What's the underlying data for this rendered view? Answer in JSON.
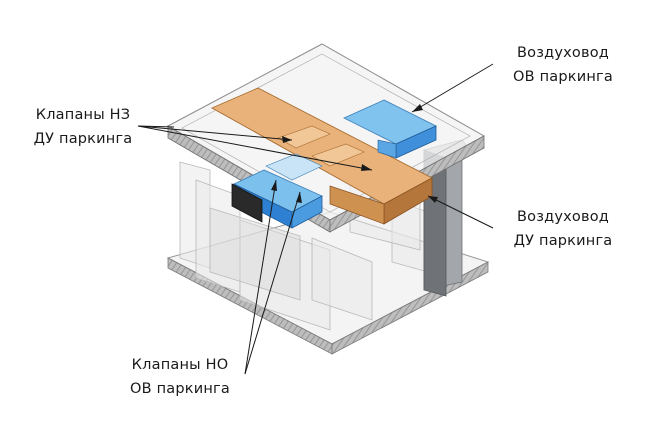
{
  "callouts": {
    "valves_nz": {
      "line1": "Клапаны НЗ",
      "line2": "ДУ паркинга"
    },
    "duct_ov": {
      "line1": "Воздуховод",
      "line2": "ОВ паркинга"
    },
    "duct_du": {
      "line1": "Воздуховод",
      "line2": "ДУ паркинга"
    },
    "valves_no": {
      "line1": "Клапаны НО",
      "line2": "ОВ паркинга"
    }
  },
  "colors": {
    "slab_top": "#f2f2f2",
    "slab_edge": "#c8c8c8",
    "slab_hatch": "#9a9a9a",
    "duct_du_top": "#e9b57a",
    "duct_du_front": "#b8783a",
    "duct_ov_top": "#7cc0ee",
    "duct_ov_front": "#2e7fd0",
    "duct_ov_dark": "#2a2a2a",
    "shaft": "#9c9fa3",
    "wall_ghost": "#e6e6e6",
    "leader": "#1a1a1a"
  }
}
